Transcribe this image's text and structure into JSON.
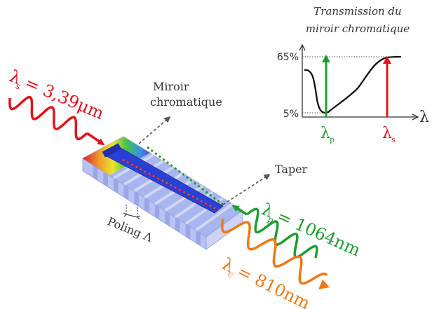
{
  "chart": {
    "title_line1": "Transmission du",
    "title_line2": "miroir chromatique",
    "y_high_label": "65%",
    "y_low_label": "5%",
    "x_axis_symbol": "λ",
    "marker_p_symbol": "λ",
    "marker_p_sub": "p",
    "marker_s_symbol": "λ",
    "marker_s_sub": "s"
  },
  "chart_data": {
    "type": "line",
    "title": "Transmission du miroir chromatique",
    "xlabel": "λ",
    "ylabel": "",
    "yticks": [
      "5%",
      "65%"
    ],
    "markers": [
      {
        "label": "λp",
        "transmission_percent": 5
      },
      {
        "label": "λs",
        "transmission_percent": 65
      }
    ],
    "colors": {
      "curve": "#000000",
      "pump": "#1e9e2e",
      "signal": "#e0141c"
    }
  },
  "labels": {
    "miroir_line1": "Miroir",
    "miroir_line2": "chromatique",
    "taper": "Taper",
    "poling": "Poling Λ"
  },
  "beams": {
    "signal": {
      "symbol": "λ",
      "sub": "s",
      "value": "= 3,39μm",
      "color": "#e0141c"
    },
    "pump": {
      "symbol": "λ",
      "sub": "p",
      "value": "= 1064nm",
      "color": "#1e9e2e"
    },
    "idler": {
      "symbol": "λ",
      "sub": "c",
      "value": "= 810nm",
      "color": "#f07814"
    }
  },
  "colors": {
    "crystal_top": "#a8b4ee",
    "crystal_side": "#bcc4f2",
    "guide": "#2a3fd6",
    "dashed_arrow": "#555555"
  }
}
